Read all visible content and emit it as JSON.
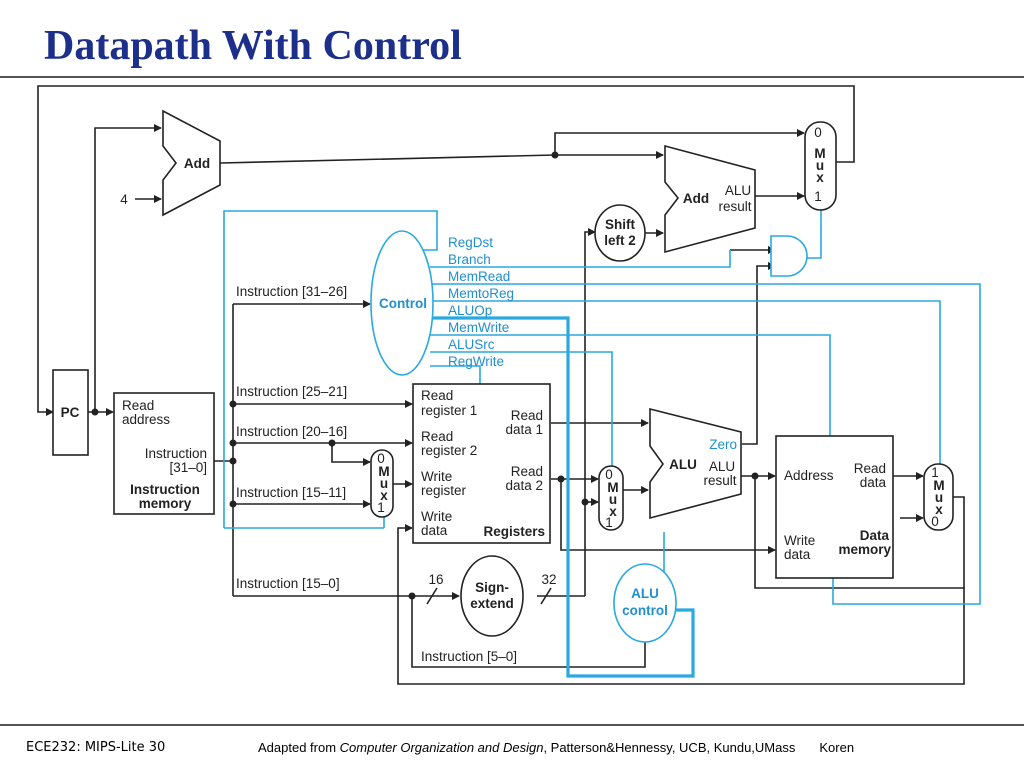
{
  "slide": {
    "title": "Datapath With Control",
    "footer_left": "ECE232: MIPS-Lite 30",
    "footer_adapted": "Adapted from ",
    "footer_book": "Computer Organization and Design",
    "footer_rest": ", Patterson&Hennessy, UCB, Kundu,UMass",
    "footer_author": "Koren"
  },
  "colors": {
    "title": "#1c2f8a",
    "control": "#29a9e0",
    "wire": "#222222"
  },
  "blocks": {
    "pc": "PC",
    "add1": "Add",
    "four": "4",
    "add2": "Add",
    "add2_result_1": "ALU",
    "add2_result_2": "result",
    "shift_1": "Shift",
    "shift_2": "left 2",
    "control": "Control",
    "imem": {
      "read": "Read",
      "address": "address",
      "instruction": "Instruction",
      "bits": "[31–0]",
      "name1": "Instruction",
      "name2": "memory"
    },
    "regs": {
      "rr1a": "Read",
      "rr1b": "register 1",
      "rr2a": "Read",
      "rr2b": "register 2",
      "wra": "Write",
      "wrb": "register",
      "wda": "Write",
      "wdb": "data",
      "rd1a": "Read",
      "rd1b": "data 1",
      "rd2a": "Read",
      "rd2b": "data 2",
      "name": "Registers"
    },
    "alu": {
      "name": "ALU",
      "zero": "Zero",
      "res1": "ALU",
      "res2": "result"
    },
    "dmem": {
      "address": "Address",
      "rd1": "Read",
      "rd2": "data",
      "wd1": "Write",
      "wd2": "data",
      "name1": "Data",
      "name2": "memory"
    },
    "sign_1": "Sign-",
    "sign_2": "extend",
    "w16": "16",
    "w32": "32",
    "aluctl_1": "ALU",
    "aluctl_2": "control",
    "mux_m": "M",
    "mux_u": "u",
    "mux_x": "x",
    "zero_in": "0",
    "one_in": "1"
  },
  "signals": [
    "RegDst",
    "Branch",
    "MemRead",
    "MemtoReg",
    "ALUOp",
    "MemWrite",
    "ALUSrc",
    "RegWrite"
  ],
  "fields": {
    "f31_26": "Instruction [31–26]",
    "f25_21": "Instruction [25–21]",
    "f20_16": "Instruction [20–16]",
    "f15_11": "Instruction [15–11]",
    "f15_0": "Instruction [15–0]",
    "f5_0": "Instruction [5–0]"
  }
}
